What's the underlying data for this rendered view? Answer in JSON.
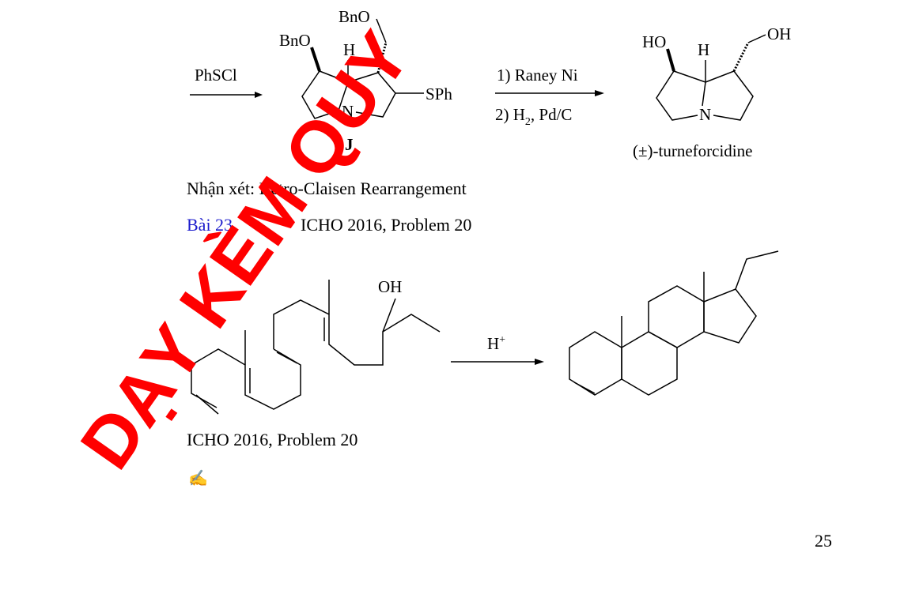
{
  "scheme1": {
    "reagent_left": "PhSCl",
    "compound_j": {
      "label": "J",
      "bno_top": "BnO",
      "bno_left": "BnO",
      "h": "H",
      "n": "N",
      "sph": "SPh"
    },
    "step1": "1) Raney Ni",
    "step2_prefix": "2) H",
    "step2_sub": "2",
    "step2_suffix": ", Pd/C",
    "product": {
      "ho": "HO",
      "h": "H",
      "n": "N",
      "oh": "OH",
      "name": "(±)-turneforcidine"
    }
  },
  "comment": "Nhận xét: Retro-Claisen Rearrangement",
  "exercise": {
    "label": "Bài 23.",
    "title": "ICHO 2016, Problem 20"
  },
  "scheme2": {
    "oh": "OH",
    "reagent": "H",
    "reagent_sup": "+"
  },
  "caption": "ICHO 2016, Problem 20",
  "pencil_glyph": "✍",
  "page_number": "25",
  "watermark": {
    "text": "DẠY KÈM QUY",
    "color": "#ff0000"
  }
}
